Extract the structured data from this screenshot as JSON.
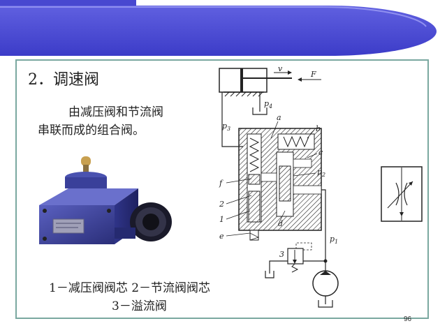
{
  "slide": {
    "title": "2．调速阀",
    "description_line1": "由减压阀和节流阀",
    "description_line2": "串联而成的组合阀。",
    "caption_line1": "1－减压阀阀芯  2－节流阀阀芯",
    "caption_line2": "3－溢流阀",
    "page_number": "96"
  },
  "schematic_labels": {
    "v": "v",
    "F": "F",
    "p4": "p",
    "p4_sub": "4",
    "p3": "p",
    "p3_sub": "3",
    "a": "a",
    "b": "b",
    "c": "c",
    "p2": "p",
    "p2_sub": "2",
    "f": "f",
    "n2": "2",
    "n1": "1",
    "e": "e",
    "d": "d",
    "p1": "p",
    "p1_sub": "1",
    "n3": "3"
  },
  "colors": {
    "banner_blue": "#4b4bd0",
    "frame_teal": "#7aa8a0",
    "valve_body_blue": "#3a3f9a"
  }
}
